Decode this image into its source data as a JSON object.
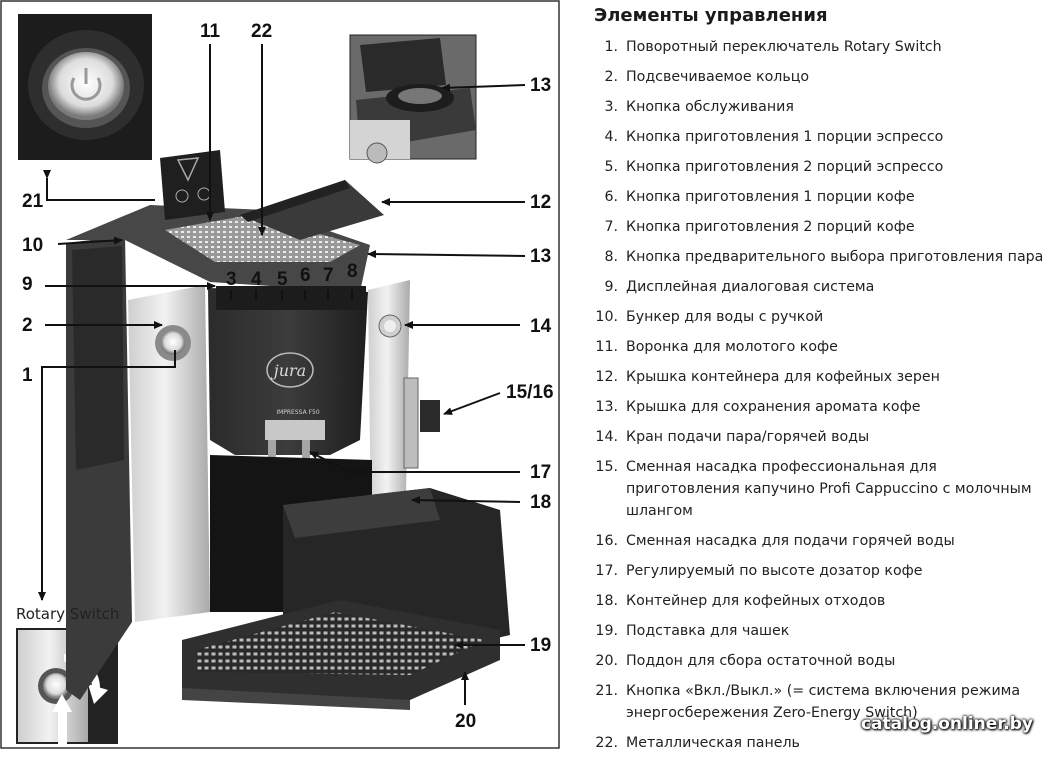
{
  "title": "Элементы управления",
  "items": [
    {
      "num": "1.",
      "text": "Поворотный переключатель Rotary Switch"
    },
    {
      "num": "2.",
      "text": "Подсвечиваемое кольцо"
    },
    {
      "num": "3.",
      "text": "Кнопка обслуживания"
    },
    {
      "num": "4.",
      "text": "Кнопка приготовления 1 порции эспрессо"
    },
    {
      "num": "5.",
      "text": "Кнопка приготовления 2 порций эспрессо"
    },
    {
      "num": "6.",
      "text": "Кнопка приготовления 1 порции кофе"
    },
    {
      "num": "7.",
      "text": "Кнопка приготовления 2 порций кофе"
    },
    {
      "num": "8.",
      "text": "Кнопка предварительного выбора приготовления пара"
    },
    {
      "num": "9.",
      "text": "Дисплейная диалоговая система"
    },
    {
      "num": "10.",
      "text": "Бункер для воды с ручкой"
    },
    {
      "num": "11.",
      "text": "Воронка для молотого кофе"
    },
    {
      "num": "12.",
      "text": "Крышка контейнера для кофейных зерен"
    },
    {
      "num": "13.",
      "text": "Крышка для сохранения аромата кофе"
    },
    {
      "num": "14.",
      "text": "Кран подачи пара/горячей воды"
    },
    {
      "num": "15.",
      "text": "Сменная насадка профессиональная для приготовления капучино Profi Cappuccino с молочным шлангом"
    },
    {
      "num": "16.",
      "text": "Сменная насадка для подачи горячей воды"
    },
    {
      "num": "17.",
      "text": "Регулируемый по высоте дозатор кофе"
    },
    {
      "num": "18.",
      "text": "Контейнер для кофейных отходов"
    },
    {
      "num": "19.",
      "text": "Подставка для чашек"
    },
    {
      "num": "20.",
      "text": "Поддон для сбора остаточной воды"
    },
    {
      "num": "21.",
      "text": "Кнопка «Вкл./Выкл.» (= система включения режима энергосбережения Zero-Energy Switch)"
    },
    {
      "num": "22.",
      "text": "Металлическая панель"
    }
  ],
  "callouts": {
    "c1": "1",
    "c2": "2",
    "c3": "3",
    "c4": "4",
    "c5": "5",
    "c6": "6",
    "c7": "7",
    "c8": "8",
    "c9": "9",
    "c10": "10",
    "c11": "11",
    "c12": "12",
    "c13a": "13",
    "c13b": "13",
    "c14": "14",
    "c15_16": "15/16",
    "c17": "17",
    "c18": "18",
    "c19": "19",
    "c20": "20",
    "c21": "21",
    "c22": "22"
  },
  "rotary_switch_label": "Rotary Switch",
  "brand_logo": "jura",
  "model_label": "IMPRESSA F50",
  "watermark": "catalog.onliner.by"
}
